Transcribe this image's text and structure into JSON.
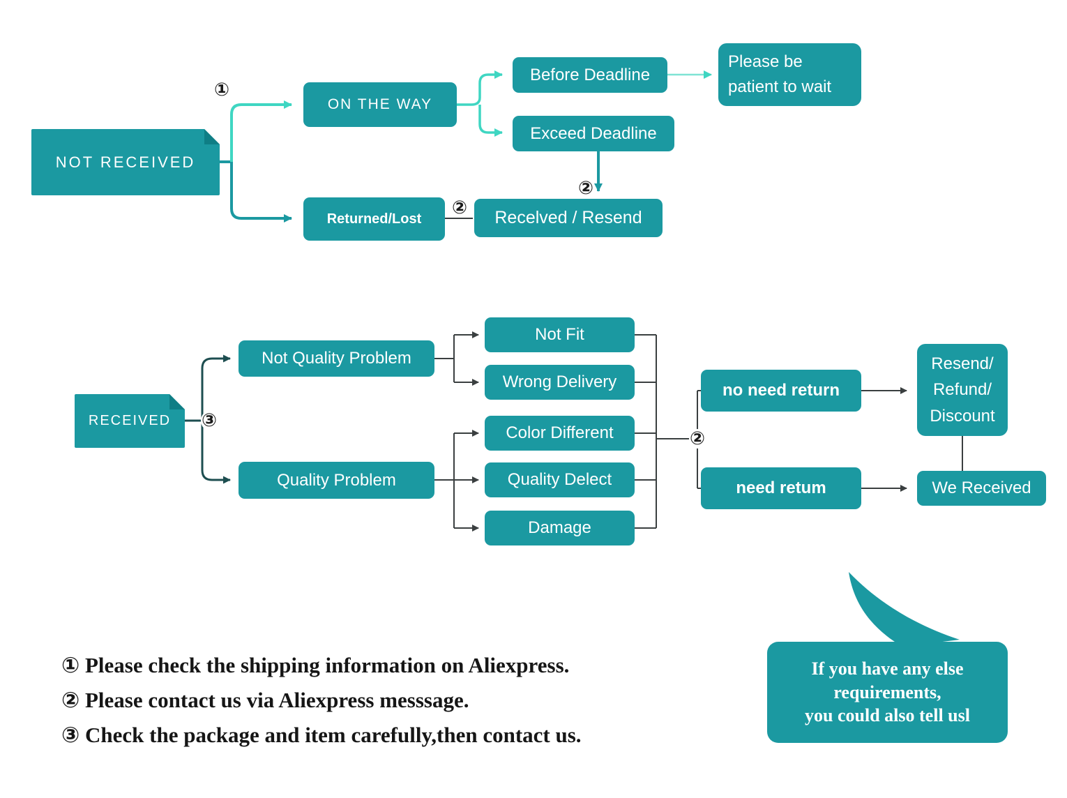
{
  "colors": {
    "box_teal": "#1b99a1",
    "light_arrow": "#3fd6c2",
    "dark_line": "#3a3f40",
    "dark_teal_arrow": "#1d4e50"
  },
  "top_flow": {
    "step1_badge": "①",
    "step2_badge_exceed": "②",
    "step2_badge_returned": "②",
    "not_received": "NOT RECEIVED",
    "on_the_way": "ON THE WAY",
    "before_deadline": "Before Deadline",
    "please_wait": "Please be\npatient to wait",
    "exceed_deadline": "Exceed Deadline",
    "returned_lost": "Returned/Lost",
    "received_resend": "Recelved / Resend"
  },
  "bottom_flow": {
    "step3_badge": "③",
    "step2_badge": "②",
    "received": "RECEIVED",
    "not_quality_problem": "Not Quality Problem",
    "quality_problem": "Quality Problem",
    "not_fit": "Not Fit",
    "wrong_delivery": "Wrong Delivery",
    "color_different": "Color Different",
    "quality_delect": "Quality Delect",
    "damage": "Damage",
    "no_need_return": "no need return",
    "need_return": "need retum",
    "resend_refund_discount": "Resend/\nRefund/\nDiscount",
    "we_received": "We Received"
  },
  "notes": [
    "① Please check the shipping information on Aliexpress.",
    "② Please contact us via Aliexpress messsage.",
    "③ Check the package and item carefully,then contact us."
  ],
  "bubble": {
    "text": "If you have any else\nrequirements,\nyou could also tell usl"
  }
}
